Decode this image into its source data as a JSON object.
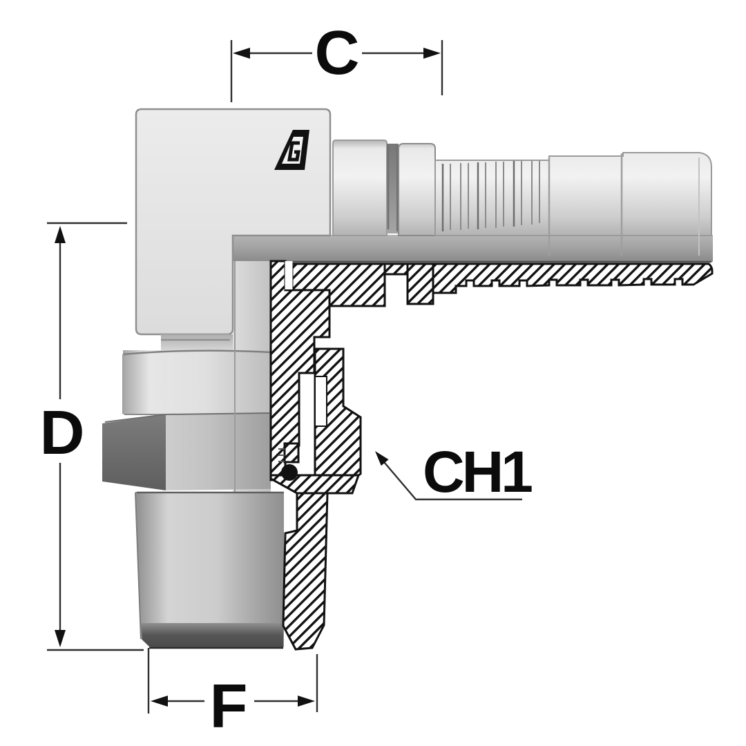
{
  "drawing": {
    "dimension_labels": {
      "horizontal_top": "C",
      "vertical_left": "D",
      "horizontal_bottom": "F",
      "hex_callout": "CH1"
    },
    "logo_icon": "manufacturer-logo",
    "colors": {
      "background": "#ffffff",
      "outline": "#111111",
      "hatch": "#111111",
      "dimension_line": "#2f2f2f",
      "metal_light": "#f1f1f1",
      "metal_mid": "#c9c9c9",
      "metal_dark": "#878787",
      "hex_shadow": "#6a6a6a",
      "stud_end_dark": "#4a4a4a"
    }
  }
}
